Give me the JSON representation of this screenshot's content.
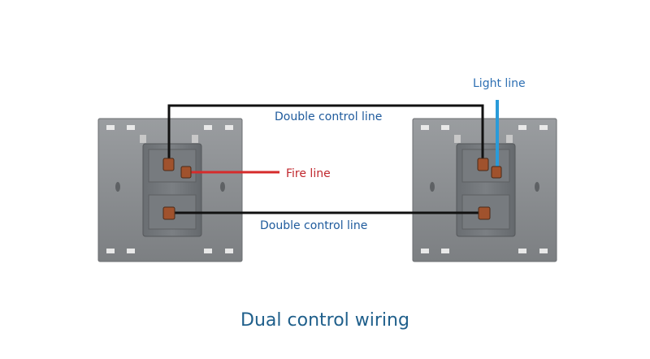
{
  "diagram": {
    "labels": {
      "light_line": "Light line",
      "double_control_top": "Double control line",
      "fire_line": "Fire line",
      "double_control_bottom": "Double control line"
    },
    "caption": "Dual control wiring",
    "colors": {
      "wire_control": "#111111",
      "wire_fire": "#d62b2b",
      "wire_light": "#2a9bd9",
      "panel": "#8a8d90",
      "module": "#6f7377",
      "terminal": "#a0522d"
    }
  }
}
